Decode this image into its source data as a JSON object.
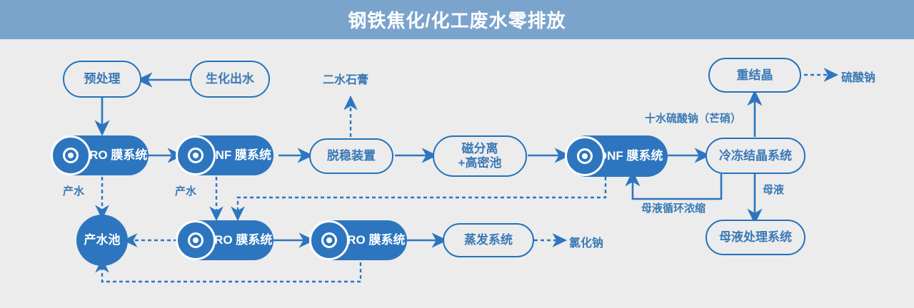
{
  "header": {
    "title": "钢铁焦化/化工废水零排放"
  },
  "colors": {
    "header_bg": "#7ba4cd",
    "page_bg": "#ececec",
    "accent": "#2272bd",
    "node_fill": "#2d76bf",
    "text_blue": "#3a79b6",
    "text_white": "#ffffff"
  },
  "nodes": [
    {
      "id": "pretreat",
      "label": "预处理",
      "style": "outline"
    },
    {
      "id": "bio-effluent",
      "label": "生化出水",
      "style": "outline"
    },
    {
      "id": "cdro-1",
      "label": "CDRO",
      "label2": "膜系统",
      "style": "filled",
      "icon": "membrane-icon"
    },
    {
      "id": "cdnf-1",
      "label": "CDNF",
      "label2": "膜系统",
      "style": "filled",
      "icon": "membrane-icon"
    },
    {
      "id": "gypsum",
      "label": "二水石膏",
      "style": "text"
    },
    {
      "id": "destabilize",
      "label": "脱稳装置",
      "style": "outline"
    },
    {
      "id": "magsep",
      "label": "磁分离",
      "label2": "+高密池",
      "style": "outline"
    },
    {
      "id": "cdnf-2",
      "label": "CDNF",
      "label2": "膜系统",
      "style": "filled",
      "icon": "membrane-icon"
    },
    {
      "id": "recrystal",
      "label": "重结晶",
      "style": "outline"
    },
    {
      "id": "sodium-sulfate",
      "label": "硫酸钠",
      "style": "text"
    },
    {
      "id": "freeze-cryst",
      "label": "冷冻结晶系统",
      "style": "outline"
    },
    {
      "id": "liquor-treat",
      "label": "母液处理系统",
      "style": "outline"
    },
    {
      "id": "water-pool",
      "label": "产水池",
      "style": "circle"
    },
    {
      "id": "cdro-2",
      "label": "CDRO",
      "label2": "膜系统",
      "style": "filled",
      "icon": "membrane-icon"
    },
    {
      "id": "dtro",
      "label": "DTRO",
      "label2": "膜系统",
      "style": "filled",
      "icon": "membrane-icon"
    },
    {
      "id": "evaporation",
      "label": "蒸发系统",
      "style": "outline"
    },
    {
      "id": "sodium-chloride",
      "label": "氯化钠",
      "style": "text"
    }
  ],
  "edge_labels": [
    {
      "id": "produced-water-1",
      "text": "产水"
    },
    {
      "id": "produced-water-2",
      "text": "产水"
    },
    {
      "id": "mirabilite",
      "text": "十水硫酸钠（芒硝）"
    },
    {
      "id": "mother-liquor",
      "text": "母液"
    },
    {
      "id": "liquor-recycle",
      "text": "母液循环浓缩"
    }
  ]
}
